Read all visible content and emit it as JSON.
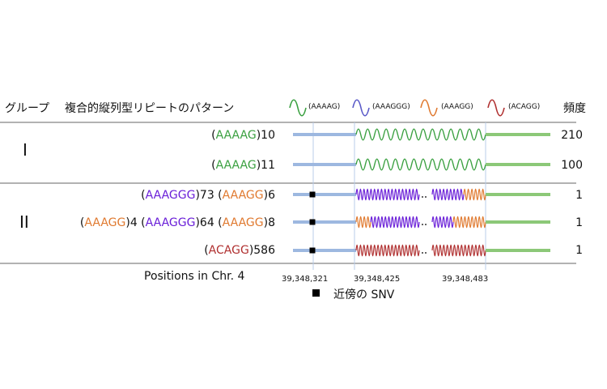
{
  "header": {
    "group": "グループ",
    "pattern": "複合的縦列型リピートのパターン",
    "frequency": "頻度"
  },
  "legend": [
    {
      "label": "(AAAAG)",
      "color": "#3aa040"
    },
    {
      "label": "(AAAGGG)",
      "color": "#5a5ac8"
    },
    {
      "label": "(AAAGG)",
      "color": "#e07a30"
    },
    {
      "label": "(ACAGG)",
      "color": "#b03030"
    }
  ],
  "colors": {
    "AAAAG": "#3aa040",
    "AAAGGG": "#6a1fd8",
    "AAAGG": "#e07a30",
    "ACAGG": "#b03030",
    "flank_left": "#9db8e0",
    "flank_right": "#8cc878",
    "divider": "#666666"
  },
  "groups": [
    {
      "name": "I"
    },
    {
      "name": "II"
    }
  ],
  "rows": [
    {
      "parts": [
        {
          "t": "(",
          "c": "#111"
        },
        {
          "t": "AAAAG",
          "c": "#3aa040"
        },
        {
          "t": ")10",
          "c": "#111"
        }
      ],
      "freq": "210"
    },
    {
      "parts": [
        {
          "t": "(",
          "c": "#111"
        },
        {
          "t": "AAAAG",
          "c": "#3aa040"
        },
        {
          "t": ")11",
          "c": "#111"
        }
      ],
      "freq": "100"
    },
    {
      "parts": [
        {
          "t": "(",
          "c": "#111"
        },
        {
          "t": "AAAGGG",
          "c": "#6a1fd8"
        },
        {
          "t": ")73 (",
          "c": "#111"
        },
        {
          "t": "AAAGG",
          "c": "#e07a30"
        },
        {
          "t": ")6",
          "c": "#111"
        }
      ],
      "freq": "1"
    },
    {
      "parts": [
        {
          "t": "(",
          "c": "#111"
        },
        {
          "t": "AAAGG",
          "c": "#e07a30"
        },
        {
          "t": ")4 (",
          "c": "#111"
        },
        {
          "t": "AAAGGG",
          "c": "#6a1fd8"
        },
        {
          "t": ")64 (",
          "c": "#111"
        },
        {
          "t": "AAAGG",
          "c": "#e07a30"
        },
        {
          "t": ")8",
          "c": "#111"
        }
      ],
      "freq": "1"
    },
    {
      "parts": [
        {
          "t": "(",
          "c": "#111"
        },
        {
          "t": "ACAGG",
          "c": "#b03030"
        },
        {
          "t": ")586",
          "c": "#111"
        }
      ],
      "freq": "1"
    }
  ],
  "positions": {
    "label": "Positions in Chr. 4",
    "ticks": [
      "39,348,321",
      "39,348,425",
      "39,348,483"
    ]
  },
  "snv_legend": "近傍の SNV"
}
